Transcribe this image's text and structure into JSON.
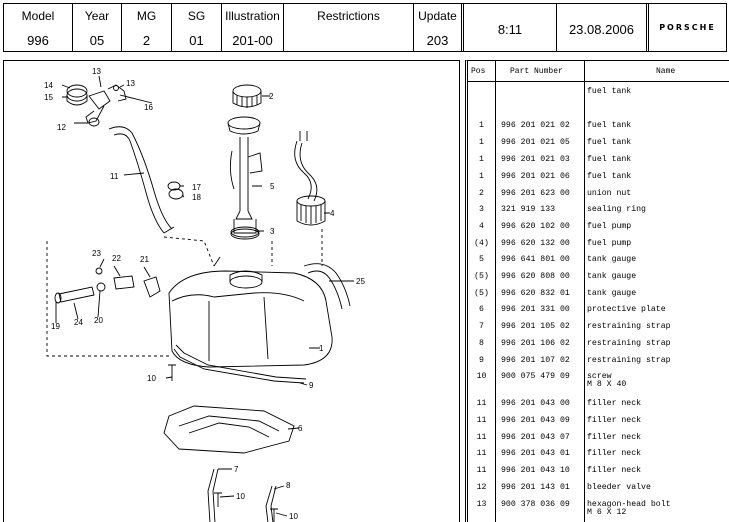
{
  "header": {
    "fields": [
      {
        "label": "Model",
        "value": "996"
      },
      {
        "label": "Year",
        "value": "05"
      },
      {
        "label": "MG",
        "value": "2"
      },
      {
        "label": "SG",
        "value": "01"
      },
      {
        "label": "Illustration",
        "value": "201-00"
      },
      {
        "label": "Restrictions",
        "value": ""
      },
      {
        "label": "Update",
        "value": "203"
      }
    ],
    "page": "8:11",
    "date": "23.08.2006",
    "logo_text": "PORSCHE"
  },
  "table": {
    "columns": {
      "pos": "Pos",
      "part_number": "Part Number",
      "name": "Name"
    },
    "rows": [
      {
        "pos": "",
        "part_number": "",
        "name": "fuel tank"
      },
      {
        "pos": "",
        "part_number": "",
        "name": ""
      },
      {
        "pos": "1",
        "part_number": "996 201 021 02",
        "name": "fuel tank"
      },
      {
        "pos": "1",
        "part_number": "996 201 021 05",
        "name": "fuel tank"
      },
      {
        "pos": "1",
        "part_number": "996 201 021 03",
        "name": "fuel tank"
      },
      {
        "pos": "1",
        "part_number": "996 201 021 06",
        "name": "fuel tank"
      },
      {
        "pos": "2",
        "part_number": "996 201 623 00",
        "name": "union nut"
      },
      {
        "pos": "3",
        "part_number": "321 919 133",
        "name": "sealing ring"
      },
      {
        "pos": "4",
        "part_number": "996 620 102 00",
        "name": "fuel pump"
      },
      {
        "pos": "(4)",
        "part_number": "996 620 132 00",
        "name": "fuel pump"
      },
      {
        "pos": "5",
        "part_number": "996 641 801 00",
        "name": "tank gauge"
      },
      {
        "pos": "(5)",
        "part_number": "996 620 808 00",
        "name": "tank gauge"
      },
      {
        "pos": "(5)",
        "part_number": "996 620 832 01",
        "name": "tank gauge"
      },
      {
        "pos": "6",
        "part_number": "996 201 331 00",
        "name": "protective plate"
      },
      {
        "pos": "7",
        "part_number": "996 201 105 02",
        "name": "restraining strap"
      },
      {
        "pos": "8",
        "part_number": "996 201 106 02",
        "name": "restraining strap"
      },
      {
        "pos": "9",
        "part_number": "996 201 107 02",
        "name": "restraining strap"
      },
      {
        "pos": "10",
        "part_number": "900 075 479 09",
        "name": "screw",
        "sub": "M 8 X 40"
      },
      {
        "pos": "11",
        "part_number": "996 201 043 00",
        "name": "filler neck"
      },
      {
        "pos": "11",
        "part_number": "996 201 043 09",
        "name": "filler neck"
      },
      {
        "pos": "11",
        "part_number": "996 201 043 07",
        "name": "filler neck"
      },
      {
        "pos": "11",
        "part_number": "996 201 043 01",
        "name": "filler neck"
      },
      {
        "pos": "11",
        "part_number": "996 201 043 10",
        "name": "filler neck"
      },
      {
        "pos": "12",
        "part_number": "996 201 143 01",
        "name": "bleeder valve"
      },
      {
        "pos": "13",
        "part_number": "900 378 036 09",
        "name": "hexagon-head bolt",
        "sub": "M 6 X 12"
      }
    ]
  },
  "diagram": {
    "callouts": [
      "1",
      "2",
      "3",
      "4",
      "5",
      "6",
      "7",
      "8",
      "9",
      "10",
      "10",
      "10",
      "11",
      "12",
      "13",
      "13",
      "14",
      "15",
      "16",
      "17",
      "18",
      "19",
      "20",
      "21",
      "22",
      "23",
      "24",
      "25"
    ]
  }
}
